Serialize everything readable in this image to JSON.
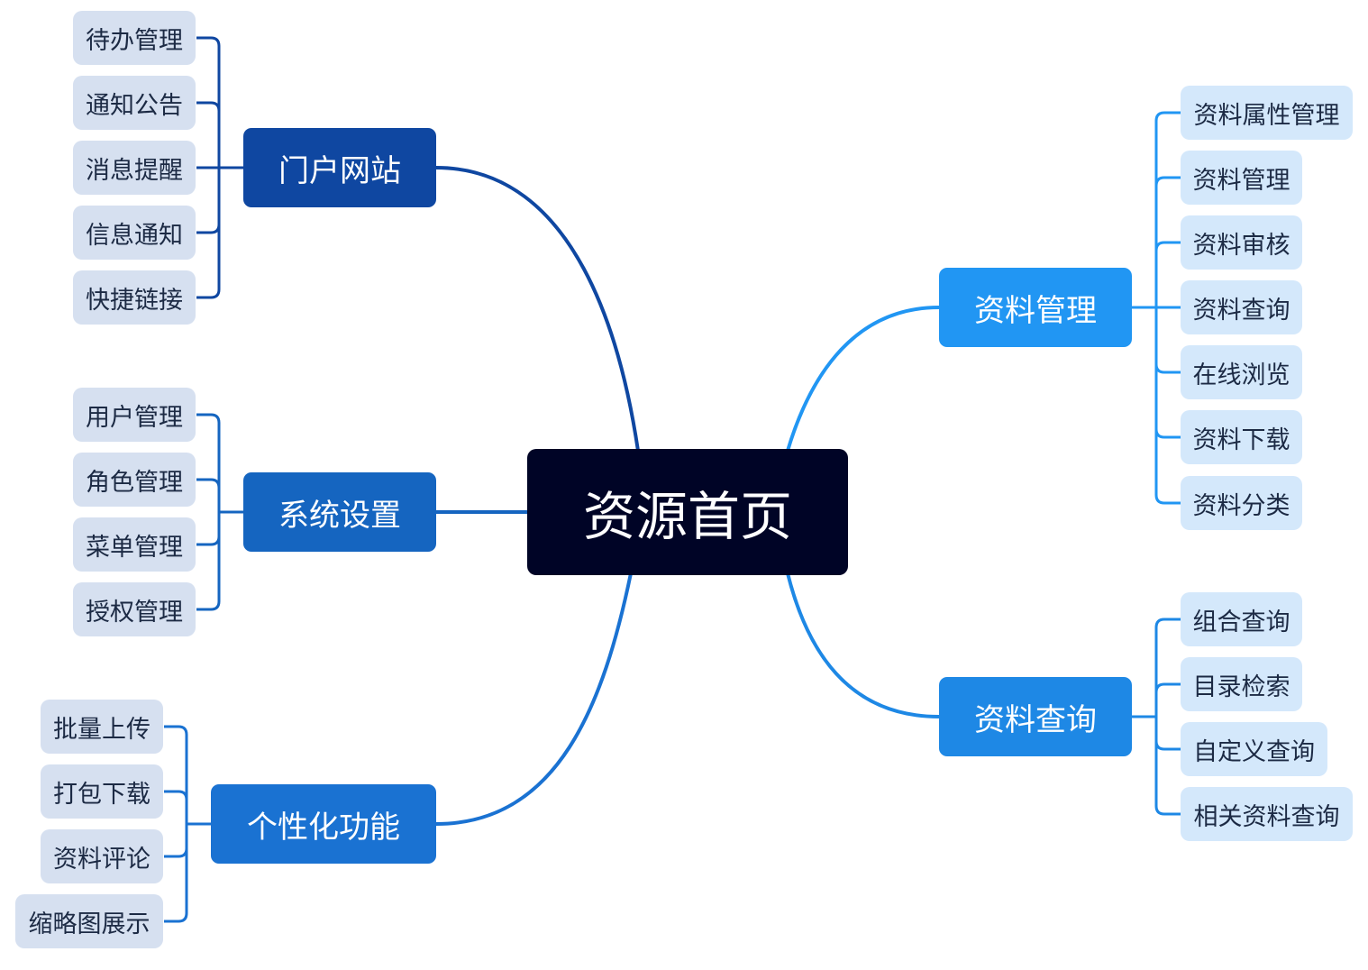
{
  "root": {
    "label": "资源首页"
  },
  "colors": {
    "root_bg": "#000426",
    "portal": "#0f47a1",
    "system": "#1565c0",
    "personal": "#1a72d2",
    "data_manage": "#2196f3",
    "data_query": "#1e88e5",
    "leaf_left_bg": "#d6e0f0",
    "leaf_right_bg": "#d4e8fb"
  },
  "branches": {
    "portal": {
      "label": "门户网站",
      "children": [
        "待办管理",
        "通知公告",
        "消息提醒",
        "信息通知",
        "快捷链接"
      ]
    },
    "system": {
      "label": "系统设置",
      "children": [
        "用户管理",
        "角色管理",
        "菜单管理",
        "授权管理"
      ]
    },
    "personal": {
      "label": "个性化功能",
      "children": [
        "批量上传",
        "打包下载",
        "资料评论",
        "缩略图展示"
      ]
    },
    "data_manage": {
      "label": "资料管理",
      "children": [
        "资料属性管理",
        "资料管理",
        "资料审核",
        "资料查询",
        "在线浏览",
        "资料下载",
        "资料分类"
      ]
    },
    "data_query": {
      "label": "资料查询",
      "children": [
        "组合查询",
        "目录检索",
        "自定义查询",
        "相关资料查询"
      ]
    }
  }
}
